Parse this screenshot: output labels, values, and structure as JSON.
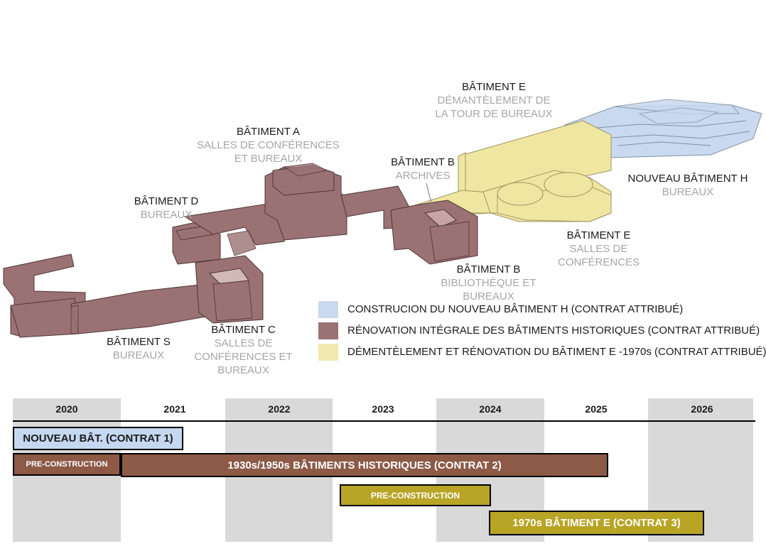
{
  "labels": {
    "bat_e_top": {
      "title": "BÂTIMENT E",
      "sub": [
        "DÉMANTÈLEMENT DE",
        "LA TOUR DE BUREAUX"
      ]
    },
    "bat_a": {
      "title": "BÂTIMENT A",
      "sub": [
        "SALLES DE CONFÉRENCES",
        "ET BUREAUX"
      ]
    },
    "bat_b_top": {
      "title": "BÂTIMENT B",
      "sub": [
        "ARCHIVES"
      ]
    },
    "bat_h": {
      "title": "NOUVEAU BÂTIMENT H",
      "sub": [
        "BUREAUX"
      ]
    },
    "bat_d": {
      "title": "BÂTIMENT D",
      "sub": [
        "BUREAUX"
      ]
    },
    "bat_e_conf": {
      "title": "BÂTIMENT E",
      "sub": [
        "SALLES DE",
        "CONFÉRENCES"
      ]
    },
    "bat_b_bottom": {
      "title": "BÂTIMENT B",
      "sub": [
        "BIBLIOTHÈQUE ET",
        "BUREAUX"
      ]
    },
    "bat_c": {
      "title": "BÂTIMENT C",
      "sub": [
        "SALLES DE",
        "CONFÉRENCES ET",
        "BUREAUX"
      ]
    },
    "bat_s": {
      "title": "BÂTIMENT S",
      "sub": [
        "BUREAUX"
      ]
    }
  },
  "legend": [
    {
      "text": "CONSTRUCION DU NOUVEAU BÂTIMENT H (CONTRAT ATTRIBUÉ)",
      "color": "#c9d9ef"
    },
    {
      "text": "RÉNOVATION INTÉGRALE DES BÂTIMENTS HISTORIQUES (CONTRAT ATTRIBUÉ)",
      "color": "#9b7273"
    },
    {
      "text": "DÉMENTÈLEMENT ET RÉNOVATION DU BÂTIMENT E -1970s (CONTRAT ATTRIBUÉ)",
      "color": "#f0eab0"
    }
  ],
  "building_colors": {
    "new_h": "#c9d9ef",
    "historic": "#9b7273",
    "bat_e": "#efe6a2"
  },
  "timeline": {
    "years": [
      "2020",
      "2021",
      "2022",
      "2023",
      "2024",
      "2025",
      "2026"
    ],
    "shaded_years": [
      true,
      false,
      true,
      false,
      true,
      false,
      true
    ],
    "bars": [
      {
        "label": "NOUVEAU BÂT. (CONTRAT 1)",
        "fill": "#c5d8f0",
        "text_color": "#1a1a1a"
      },
      {
        "label": "PRE-CONSTRUCTION",
        "fill": "#8c5a47",
        "text_color": "#ffffff"
      },
      {
        "label": "1930s/1950s BÂTIMENTS HISTORIQUES (CONTRAT 2)",
        "fill": "#8c5a47",
        "text_color": "#ffffff"
      },
      {
        "label": "PRE-CONSTRUCTION",
        "fill": "#b8a425",
        "text_color": "#ffffff"
      },
      {
        "label": "1970s BÂTIMENT E (CONTRAT 3)",
        "fill": "#b8a425",
        "text_color": "#ffffff"
      }
    ]
  }
}
